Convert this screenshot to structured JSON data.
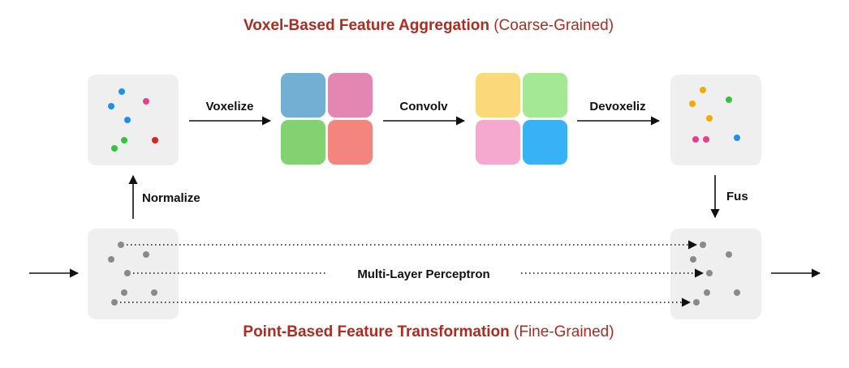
{
  "titles": {
    "top_bold": "Voxel-Based Feature Aggregation",
    "top_rest": " (Coarse-Grained)",
    "bottom_bold": "Point-Based Feature Transformation",
    "bottom_rest": " (Fine-Grained)"
  },
  "labels": {
    "voxelize": "Voxelize",
    "convolve": "Convolv",
    "devoxelize": "Devoxeliz",
    "normalize": "Normalize",
    "fuse": "Fus",
    "mlp": "Multi-Layer Perceptron"
  },
  "colors": {
    "title_red": "#b02a1f",
    "panel_bg": "#efefef",
    "grey_point": "#8a8a8a",
    "voxel_grid_1": [
      "#73afd3",
      "#e386b1",
      "#82d272",
      "#f4857c"
    ],
    "voxel_grid_2": [
      "#fbd97a",
      "#a4e894",
      "#f6a9cf",
      "#38b2f7"
    ],
    "points_in": [
      "#1a90f0",
      "#1a90f0",
      "#1a90f0",
      "#e83e8c",
      "#2fc73a",
      "#2fc73a",
      "#e0221e"
    ],
    "points_out": [
      "#f4a900",
      "#f4a900",
      "#f4a900",
      "#2fc73a",
      "#e83e8c",
      "#e83e8c",
      "#1a90f0"
    ]
  }
}
